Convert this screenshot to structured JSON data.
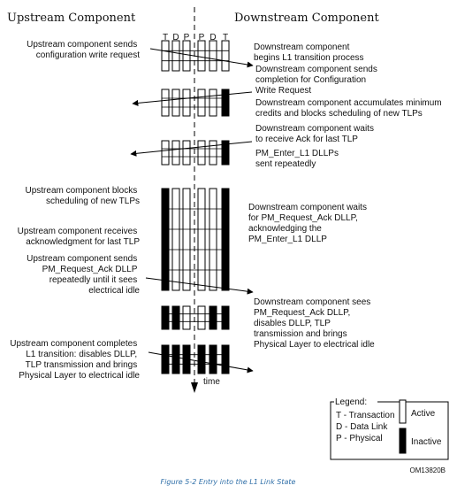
{
  "headers": {
    "upstream": "Upstream Component",
    "downstream": "Downstream Component"
  },
  "columns": [
    "T",
    "D",
    "P",
    "P",
    "D",
    "T"
  ],
  "upstream_notes": [
    {
      "lines": [
        "Upstream component sends",
        "configuration write request"
      ]
    },
    {
      "lines": [
        "Upstream component blocks",
        "scheduling of new TLPs"
      ]
    },
    {
      "lines": [
        "Upstream component receives",
        "acknowledgment for last TLP"
      ]
    },
    {
      "lines": [
        "Upstream component sends",
        "PM_Request_Ack DLLP",
        "repeatedly until it sees",
        "electrical idle"
      ]
    },
    {
      "lines": [
        "Upstream component completes",
        "L1 transition: disables DLLP,",
        "TLP transmission and brings",
        "Physical Layer to electrical idle"
      ]
    }
  ],
  "downstream_notes": [
    {
      "lines": [
        "Downstream component",
        "begins L1 transition process"
      ]
    },
    {
      "lines": [
        "Downstream component sends",
        "completion for Configuration",
        "Write Request"
      ]
    },
    {
      "lines": [
        "Downstream component accumulates minimum",
        "credits and blocks scheduling of new TLPs"
      ]
    },
    {
      "lines": [
        "Downstream component waits",
        "to receive Ack for last TLP"
      ]
    },
    {
      "lines": [
        "PM_Enter_L1 DLLPs",
        "sent repeatedly"
      ]
    },
    {
      "lines": [
        "Downstream component waits",
        "for PM_Request_Ack DLLP,",
        "acknowledging the",
        "PM_Enter_L1 DLLP"
      ]
    },
    {
      "lines": [
        "Downstream component sees",
        "PM_Request_Ack DLLP,",
        "disables DLLP, TLP",
        "transmission and brings",
        "Physical Layer to electrical idle"
      ]
    }
  ],
  "time_label": "time",
  "legend": {
    "title": "Legend:",
    "items": [
      "T - Transaction",
      "D - Data Link",
      "P - Physical"
    ],
    "active_label": "Active",
    "inactive_label": "Inactive",
    "active_color": "#ffffff",
    "inactive_color": "#000000"
  },
  "figure_id": "OM13820B",
  "caption": "Figure 5-2 Entry into the L1 Link State",
  "states": [
    [
      0,
      0,
      0,
      0,
      0,
      0
    ],
    [
      0,
      0,
      0,
      0,
      0,
      1
    ],
    [
      0,
      0,
      0,
      0,
      0,
      1
    ],
    [
      1,
      0,
      0,
      0,
      0,
      1
    ],
    [
      1,
      1,
      0,
      0,
      1,
      1
    ],
    [
      1,
      1,
      1,
      1,
      1,
      1
    ]
  ]
}
